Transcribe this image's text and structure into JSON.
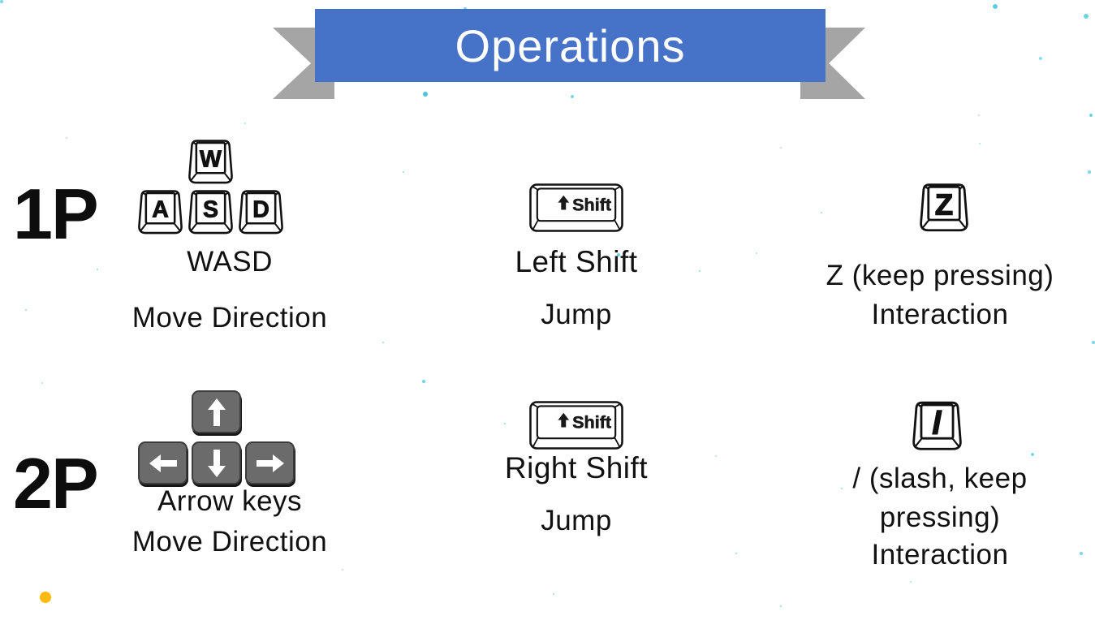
{
  "banner": {
    "title": "Operations"
  },
  "colors": {
    "banner_blue": "#4673c8",
    "ribbon_gray": "#a5a5a5",
    "arrow_key_gray": "#6b6b6b",
    "key_outline_black": "#111111",
    "speckle_teal": "#7bd6e8",
    "accent_dot_yellow": "#ffb90a"
  },
  "players": {
    "p1": {
      "label": "1P",
      "move": {
        "keys": [
          "W",
          "A",
          "S",
          "D"
        ],
        "caption_line1": "WASD",
        "caption_line2": "Move Direction"
      },
      "jump": {
        "key_label": "Shift",
        "caption_line1": "Left Shift",
        "caption_line2": "Jump"
      },
      "interact": {
        "key_label": "Z",
        "caption_line1": "Z (keep pressing)",
        "caption_line2": "Interaction"
      }
    },
    "p2": {
      "label": "2P",
      "move": {
        "keys": [
          "up",
          "left",
          "down",
          "right"
        ],
        "caption_line1": "Arrow keys",
        "caption_line2": "Move Direction"
      },
      "jump": {
        "key_label": "Shift",
        "caption_line1": "Right Shift",
        "caption_line2": "Jump"
      },
      "interact": {
        "key_label": "/",
        "caption_line1": "/ (slash, keep",
        "caption_line2": "pressing)",
        "caption_line3": "Interaction"
      }
    }
  }
}
